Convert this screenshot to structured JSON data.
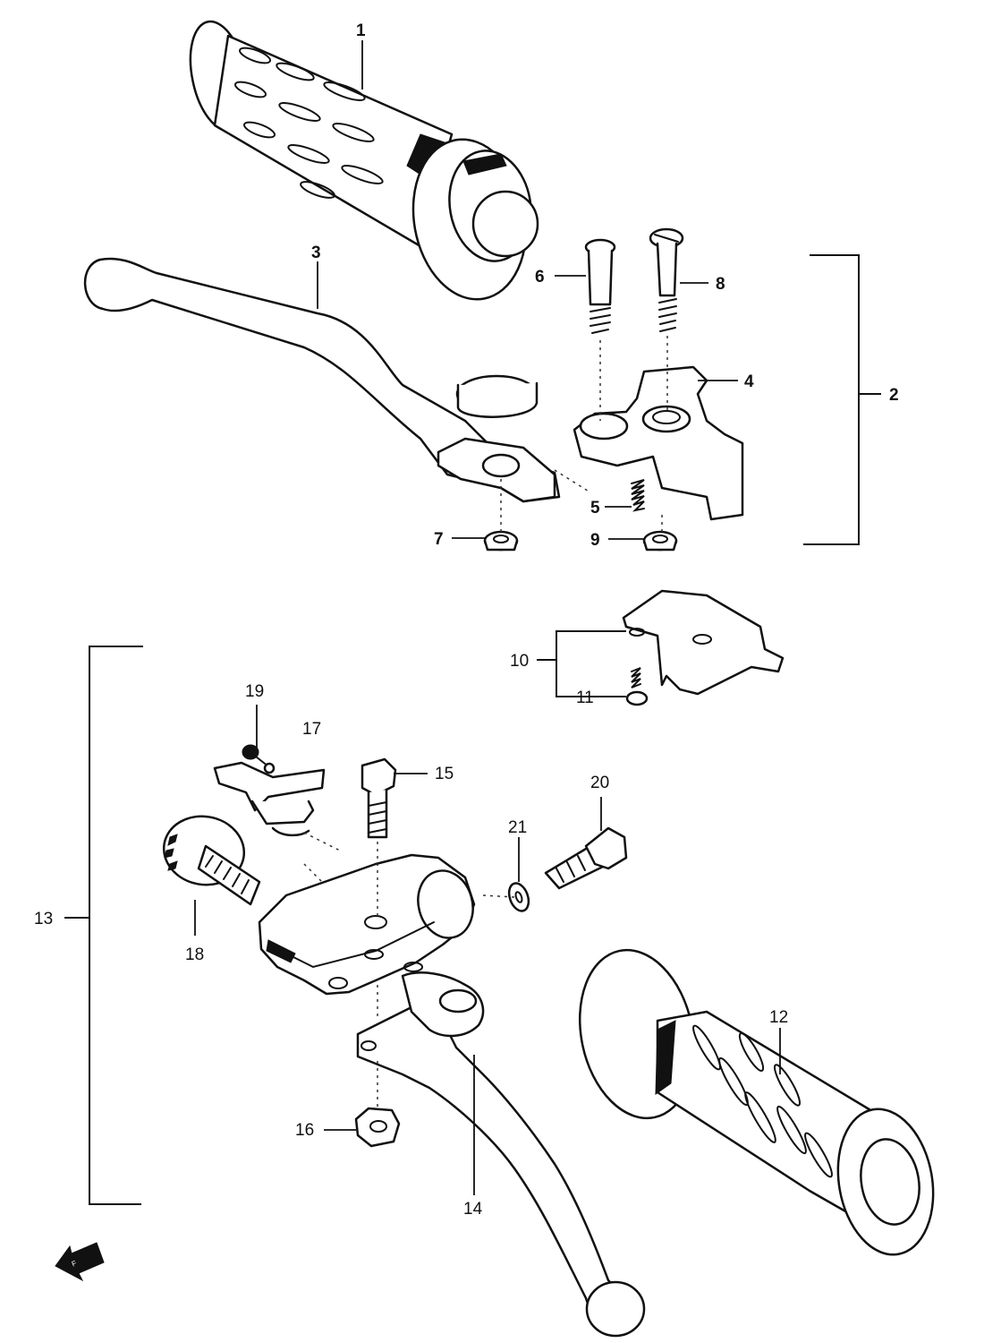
{
  "callouts": {
    "c1": "1",
    "c2": "2",
    "c3": "3",
    "c4": "4",
    "c5": "5",
    "c6": "6",
    "c7": "7",
    "c8": "8",
    "c9": "9",
    "c10": "10",
    "c11": "11",
    "c12": "12",
    "c13": "13",
    "c14": "14",
    "c15": "15",
    "c16": "16",
    "c17": "17",
    "c18": "18",
    "c19": "19",
    "c20": "20",
    "c21": "21"
  },
  "icons": {
    "front_arrow": "front-arrow-icon"
  }
}
